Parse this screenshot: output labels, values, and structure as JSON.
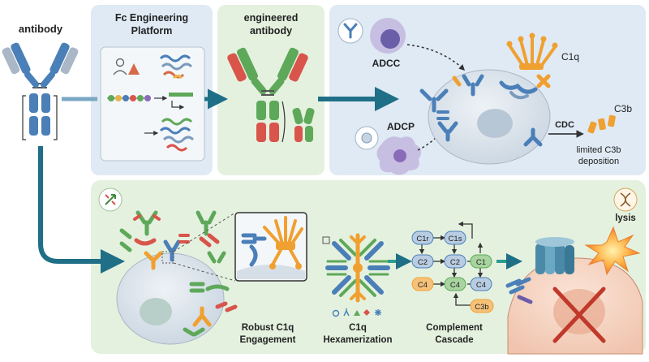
{
  "labels": {
    "antibody": "antibody",
    "fc_platform_line1": "Fc Engineering",
    "fc_platform_line2": "Platform",
    "engineered_line1": "engineered",
    "engineered_line2": "antibody",
    "adcc": "ADCC",
    "adcp": "ADCP",
    "c1q_top": "C1q",
    "cdc": "CDC",
    "c3b": "C3b",
    "limited_line1": "limited C3b",
    "limited_line2": "deposition",
    "robust_line1": "Robust C1q",
    "robust_line2": "Engagement",
    "hex_line1": "C1q",
    "hex_line2": "Hexamerization",
    "cascade_line1": "Complement",
    "cascade_line2": "Cascade",
    "lysis": "lysis"
  },
  "cascade_nodes": {
    "c1r": "C1r",
    "c1s": "C1s",
    "c2a": "C2",
    "c2b": "C2",
    "c1": "C1",
    "c4a": "C4",
    "c4b": "C4",
    "c4c": "C4",
    "c3b": "C3b"
  },
  "colors": {
    "heavy_chain": "#4a7fb8",
    "light_chain": "#a9b7c6",
    "engineered_red": "#d9544a",
    "engineered_green": "#5ea85a",
    "c1q_orange": "#f0a030",
    "arrow_teal": "#1f6f86",
    "panel_blue": "#dfeaf4",
    "panel_green": "#e4f1df",
    "cell_fill": "#dfe6ee",
    "lysis_cell": "#f6d6c6"
  }
}
